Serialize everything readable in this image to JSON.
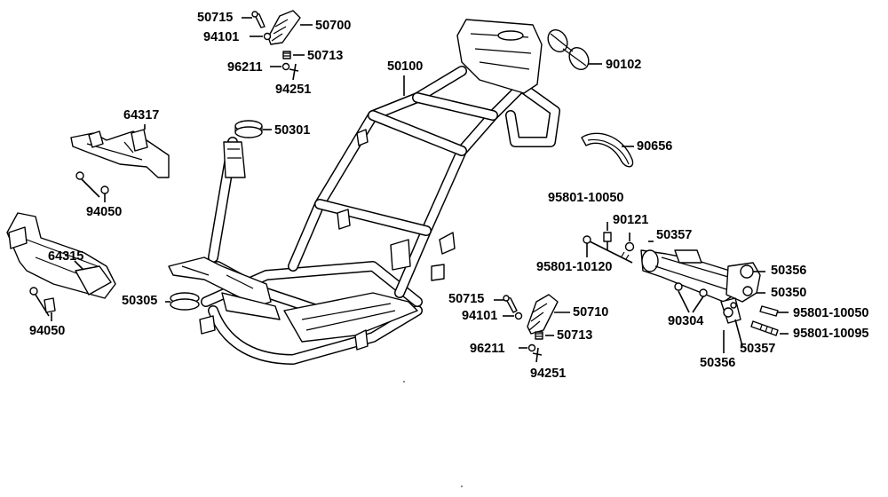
{
  "diagram": {
    "labels": [
      {
        "id": "l50715a",
        "text": "50715"
      },
      {
        "id": "l50700",
        "text": "50700"
      },
      {
        "id": "l94101a",
        "text": "94101"
      },
      {
        "id": "l50713a",
        "text": "50713"
      },
      {
        "id": "l96211a",
        "text": "96211"
      },
      {
        "id": "l94251a",
        "text": "94251"
      },
      {
        "id": "l50100",
        "text": "50100"
      },
      {
        "id": "l90102",
        "text": "90102"
      },
      {
        "id": "l64317",
        "text": "64317"
      },
      {
        "id": "l50301",
        "text": "50301"
      },
      {
        "id": "l90656",
        "text": "90656"
      },
      {
        "id": "l94050a",
        "text": "94050"
      },
      {
        "id": "l95801_10050a",
        "text": "95801-10050"
      },
      {
        "id": "l90121",
        "text": "90121"
      },
      {
        "id": "l50357a",
        "text": "50357"
      },
      {
        "id": "l64315",
        "text": "64315"
      },
      {
        "id": "l95801_10120",
        "text": "95801-10120"
      },
      {
        "id": "l50356a",
        "text": "50356"
      },
      {
        "id": "l50350",
        "text": "50350"
      },
      {
        "id": "l50305",
        "text": "50305"
      },
      {
        "id": "l50715b",
        "text": "50715"
      },
      {
        "id": "l94101b",
        "text": "94101"
      },
      {
        "id": "l50710",
        "text": "50710"
      },
      {
        "id": "l90304",
        "text": "90304"
      },
      {
        "id": "l95801_10050b",
        "text": "95801-10050"
      },
      {
        "id": "l94050b",
        "text": "94050"
      },
      {
        "id": "l96211b",
        "text": "96211"
      },
      {
        "id": "l50713b",
        "text": "50713"
      },
      {
        "id": "l95801_10095",
        "text": "95801-10095"
      },
      {
        "id": "l50357b",
        "text": "50357"
      },
      {
        "id": "l50356b",
        "text": "50356"
      },
      {
        "id": "l94251b",
        "text": "94251"
      }
    ]
  }
}
